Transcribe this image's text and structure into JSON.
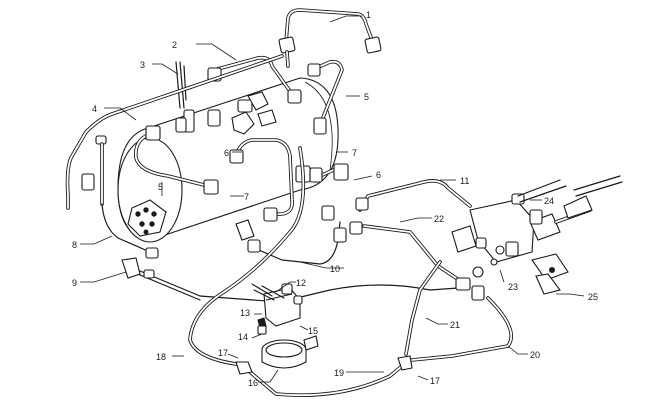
{
  "callouts": [
    {
      "id": "c1",
      "label": "1"
    },
    {
      "id": "c2",
      "label": "2"
    },
    {
      "id": "c3",
      "label": "3"
    },
    {
      "id": "c4",
      "label": "4"
    },
    {
      "id": "c5a",
      "label": "5"
    },
    {
      "id": "c5b",
      "label": "5"
    },
    {
      "id": "c6a",
      "label": "6"
    },
    {
      "id": "c6b",
      "label": "6"
    },
    {
      "id": "c7a",
      "label": "7"
    },
    {
      "id": "c7b",
      "label": "7"
    },
    {
      "id": "c8",
      "label": "8"
    },
    {
      "id": "c9",
      "label": "9"
    },
    {
      "id": "c10",
      "label": "10"
    },
    {
      "id": "c11",
      "label": "11"
    },
    {
      "id": "c12",
      "label": "12"
    },
    {
      "id": "c13",
      "label": "13"
    },
    {
      "id": "c14",
      "label": "14"
    },
    {
      "id": "c15",
      "label": "15"
    },
    {
      "id": "c16",
      "label": "16"
    },
    {
      "id": "c17a",
      "label": "17"
    },
    {
      "id": "c17b",
      "label": "17"
    },
    {
      "id": "c18",
      "label": "18"
    },
    {
      "id": "c19",
      "label": "19"
    },
    {
      "id": "c20",
      "label": "20"
    },
    {
      "id": "c21",
      "label": "21"
    },
    {
      "id": "c22",
      "label": "22"
    },
    {
      "id": "c23",
      "label": "23"
    },
    {
      "id": "c24",
      "label": "24"
    },
    {
      "id": "c25",
      "label": "25"
    }
  ]
}
